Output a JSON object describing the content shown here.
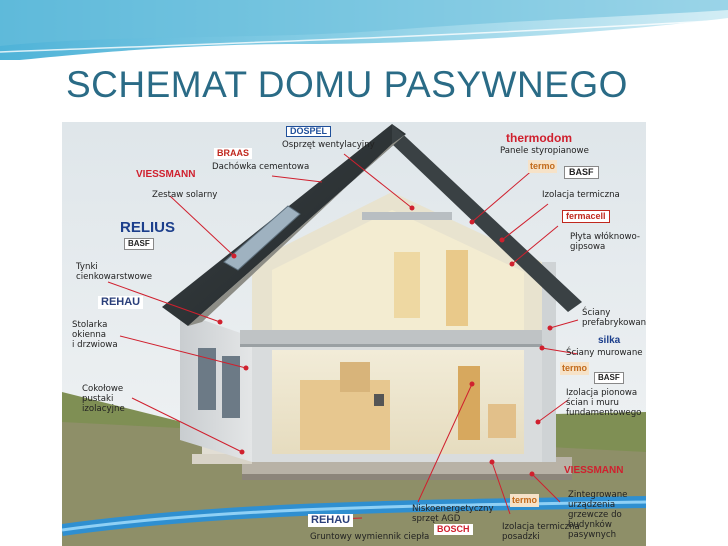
{
  "slide": {
    "title": "SCHEMAT DOMU PASYWNEGO",
    "accent_color": "#2a6b86",
    "banner_colors": [
      "#6cc0dc",
      "#bfe4f0"
    ]
  },
  "diagram": {
    "subject": "house cross-section",
    "leader_line_color": "#d0202e",
    "labels": {
      "osprzet": "Osprzęt wentylacyjny",
      "panele": "Panele styropianowe",
      "dachowka": "Dachówka cementowa",
      "zestaw": "Zestaw solarny",
      "izolacja_termiczna": "Izolacja termiczna",
      "plyta": "Płyta włóknowo-\ngipsowa",
      "tynki": "Tynki\ncienkowarstwowe",
      "stolarka": "Stolarka\nokienna\ni drzwiowa",
      "sciany_pref": "Ściany\nprefabrykowane",
      "sciany_mur": "Ściany murowane",
      "cokolowe": "Cokołowe\npustaki\nizolacyjne",
      "izolacja_pionowa": "Izolacja pionowa\nścian i muru\nfundamentowego",
      "zintegrowane": "Zintegrowane\nurządzenia\ngrzewcze do\nbudynków\npasywnych",
      "niskoenerg": "Niskoenergetyczny\nsprzęt AGD",
      "izolacja_posadzki": "Izolacja termiczna\nposadzki",
      "gruntowy": "Gruntowy wymiennik ciepła"
    },
    "logos": {
      "dospel": "DOSPEL",
      "thermodom": "thermodom",
      "braas": "BRAAS",
      "viessmann": "VIESSMANN",
      "relius": "RELIUS",
      "basf": "BASF",
      "rehau": "REHAU",
      "termo": "termo",
      "fermacell": "fermacell",
      "silka": "silka",
      "bosch": "BOSCH"
    }
  }
}
